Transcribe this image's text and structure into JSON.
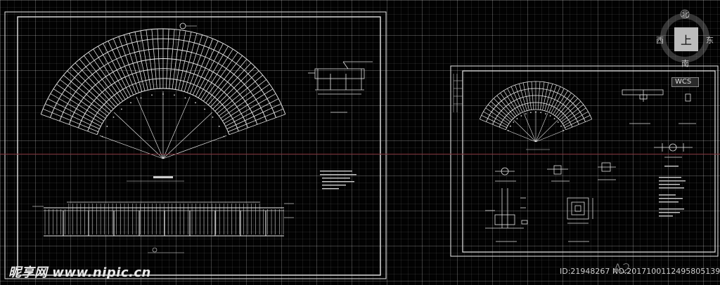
{
  "navcube": {
    "north": "北",
    "south": "南",
    "east": "东",
    "west": "西",
    "face": "上",
    "coord_system": "WCS"
  },
  "watermark": {
    "brand": "昵享网 www.nipic.cn"
  },
  "footer": {
    "image_id": "ID:21948267 NO:20171001124958051393",
    "sheet_code": "A2"
  }
}
